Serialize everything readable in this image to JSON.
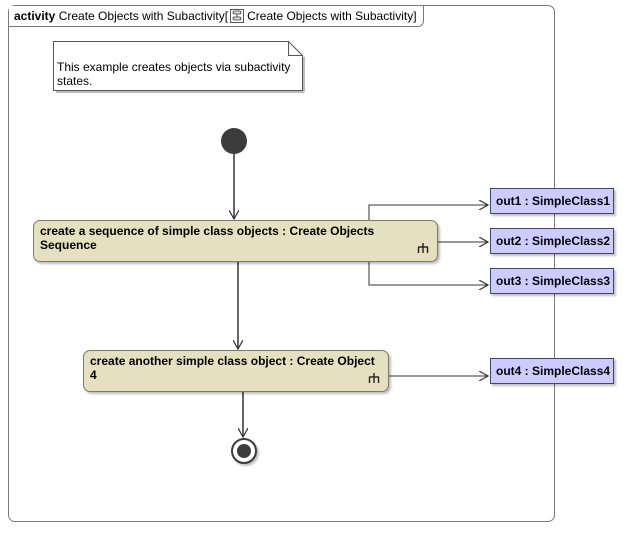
{
  "frame": {
    "keyword": "activity",
    "name": "Create Objects with Subactivity",
    "open_bracket": "[",
    "icon": "activity-diagram-icon",
    "diagram_name": "Create Objects with Subactivity",
    "close_bracket": "]"
  },
  "note": {
    "text": "This example creates objects via subactivity states."
  },
  "actions": {
    "sequence": {
      "label": "create a sequence of simple class objects : Create Objects Sequence",
      "icon": "call-behavior-rake-icon"
    },
    "single": {
      "label": "create another simple class object : Create Object 4",
      "icon": "call-behavior-rake-icon"
    }
  },
  "pins": {
    "out1": "out1 : SimpleClass1",
    "out2": "out2 : SimpleClass2",
    "out3": "out3 : SimpleClass3",
    "out4": "out4 : SimpleClass4"
  },
  "colors": {
    "action_fill": "#e4e0c0",
    "pin_fill": "#ccccff",
    "node_fill": "#3c3c3c"
  }
}
